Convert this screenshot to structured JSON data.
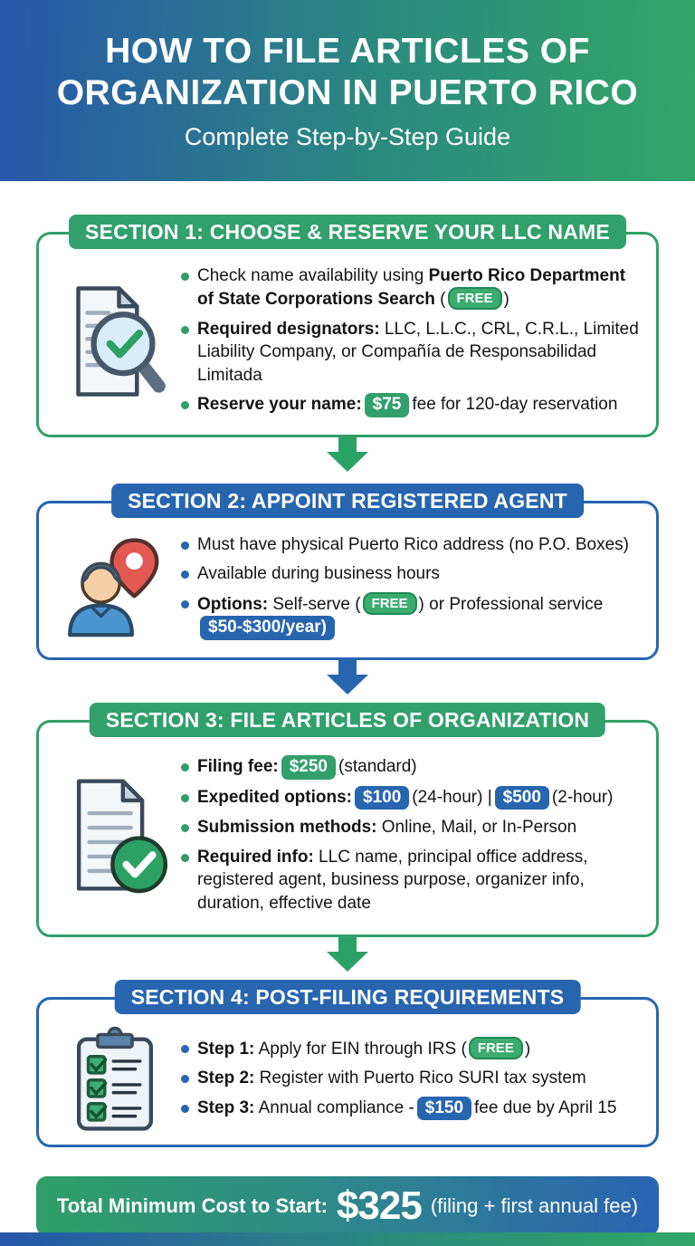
{
  "header": {
    "title": "HOW TO FILE ARTICLES OF ORGANIZATION IN PUERTO RICO",
    "subtitle": "Complete Step-by-Step Guide"
  },
  "s1": {
    "title": "SECTION 1: CHOOSE & RESERVE YOUR LLC NAME",
    "icon": "document-search-icon",
    "b1": {
      "t1": "Check name availability using ",
      "bold": "Puerto Rico Department of State Corporations Search",
      "t2": " (",
      "free": "FREE",
      "t3": ")"
    },
    "b2": {
      "bold": "Required designators:",
      "t1": " LLC, L.L.C., CRL, C.R.L., Limited Liability Company, or Compañía de Responsabilidad Limitada"
    },
    "b3": {
      "bold": "Reserve your name:",
      "price": "$75",
      "t1": "fee for 120-day reservation"
    }
  },
  "s2": {
    "title": "SECTION 2: APPOINT REGISTERED AGENT",
    "icon": "registered-agent-icon",
    "b1": {
      "t1": "Must have physical Puerto Rico address (no P.O. Boxes)"
    },
    "b2": {
      "t1": "Available during business hours"
    },
    "b3": {
      "bold": "Options:",
      "t1": " Self-serve (",
      "free": "FREE",
      "t2": ") or Professional service ",
      "price": "$50-$300/year)"
    }
  },
  "s3": {
    "title": "SECTION 3: FILE ARTICLES OF ORGANIZATION",
    "icon": "document-check-icon",
    "b1": {
      "bold": "Filing fee:",
      "price": "$250",
      "t1": "(standard)"
    },
    "b2": {
      "bold": "Expedited options:",
      "price1": "$100",
      "t1": "(24-hour) |",
      "price2": "$500",
      "t2": "(2-hour)"
    },
    "b3": {
      "bold": "Submission methods:",
      "t1": " Online, Mail, or In-Person"
    },
    "b4": {
      "bold": "Required info:",
      "t1": " LLC name, principal office address, registered agent, business purpose, organizer info, duration, effective date"
    }
  },
  "s4": {
    "title": "SECTION 4: POST-FILING REQUIREMENTS",
    "icon": "checklist-clipboard-icon",
    "b1": {
      "bold": "Step 1:",
      "t1": " Apply for EIN through IRS (",
      "free": "FREE",
      "t2": ")"
    },
    "b2": {
      "bold": "Step 2:",
      "t1": " Register with Puerto Rico SURI tax system"
    },
    "b3": {
      "bold": "Step 3:",
      "t1": " Annual compliance -",
      "price": "$150",
      "t2": "fee due by April 15"
    }
  },
  "footer": {
    "label": "Total Minimum Cost to Start:",
    "amount": "$325",
    "note": "(filing + first annual fee)"
  },
  "colors": {
    "accent_green": "#31a06a",
    "accent_blue": "#2765af",
    "free_badge_green": "#3cab6e",
    "pin_red": "#e45853",
    "header_gradient_left": "#2857ab",
    "header_gradient_right": "#33a568"
  }
}
